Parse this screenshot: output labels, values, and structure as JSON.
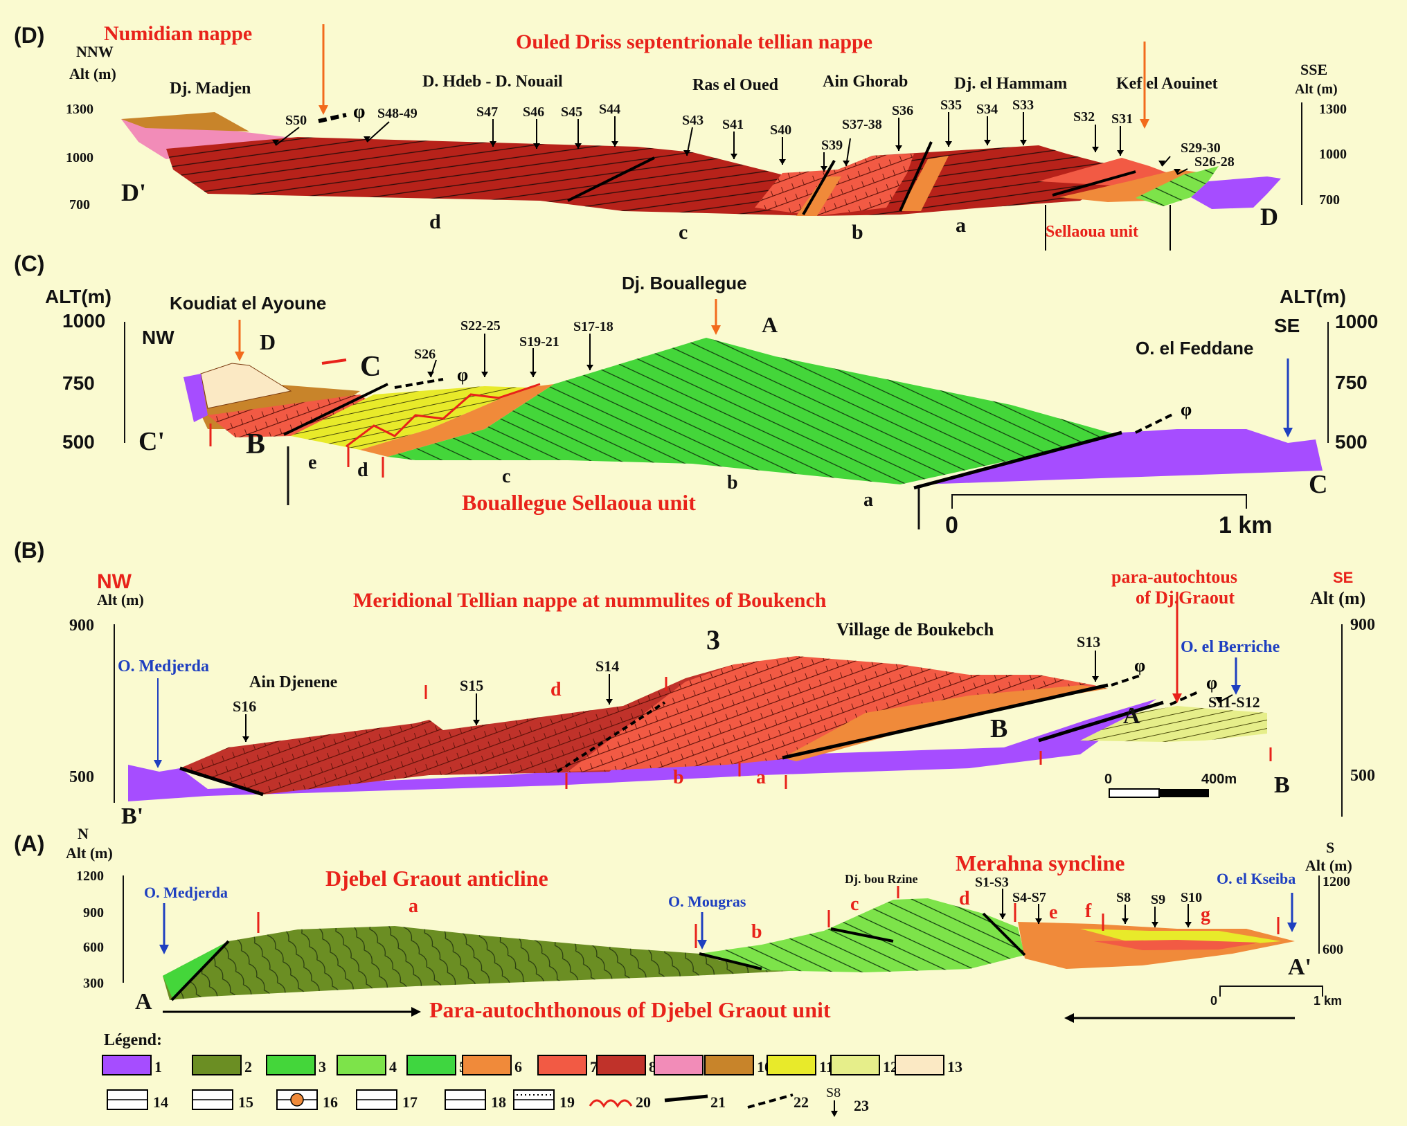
{
  "colors": {
    "background": "#fafad0",
    "unit_1_purple": "#a64dff",
    "unit_2_olive": "#6b8e23",
    "unit_3_green": "#44d63a",
    "unit_4_lightgreen": "#7de34a",
    "unit_5_green": "#3fd640",
    "unit_6_orange": "#f08a3a",
    "unit_7_salmon": "#f25a44",
    "unit_8_darkred": "#c0322a",
    "unit_9_pink": "#f28cb8",
    "unit_10_brown": "#c8842a",
    "unit_11_yellow": "#e8ea2a",
    "unit_12_paleyellow": "#e6ee8a",
    "unit_13_cream": "#fbe9c4",
    "title_red": "#e8221a",
    "river_blue": "#1e3fc0"
  },
  "panel_d": {
    "letter": "(D)",
    "left_dir": "NNW",
    "left_alt": "Alt (m)",
    "right_dir": "SSE",
    "right_alt": "Alt (m)",
    "ticks_left": [
      "1300",
      "1000",
      "700"
    ],
    "ticks_right": [
      "1300",
      "1000",
      "700"
    ],
    "title": "Ouled Driss septentrionale tellian nappe",
    "numidian": "Numidian nappe",
    "places": [
      "Dj. Madjen",
      "D. Hdeb - D. Nouail",
      "Ras  el Oued",
      "Ain Ghorab",
      "Dj. el Hammam",
      "Kef el Aouinet"
    ],
    "samples": [
      "S50",
      "S48-49",
      "S47",
      "S46",
      "S45",
      "S44",
      "S43",
      "S41",
      "S40",
      "S39",
      "S37-38",
      "S36",
      "S35",
      "S34",
      "S33",
      "S32",
      "S31",
      "S29-30",
      "S26-28"
    ],
    "end_left": "D'",
    "end_right": "D",
    "sub": [
      "d",
      "c",
      "b",
      "a"
    ],
    "unit": "Sellaoua unit"
  },
  "panel_c": {
    "letter": "(C)",
    "left_alt": "ALT(m)",
    "left_dir": "NW",
    "right_alt": "ALT(m)",
    "right_dir": "SE",
    "ticks_left": [
      "1000",
      "750",
      "500"
    ],
    "ticks_right": [
      "1000",
      "750",
      "500"
    ],
    "places": [
      "Koudiat el Ayoune",
      "Dj. Bouallegue",
      "O. el  Feddane"
    ],
    "samples": [
      "S26",
      "S22-25",
      "S19-21",
      "S17-18"
    ],
    "letters": [
      "D",
      "C",
      "B",
      "A"
    ],
    "end_left": "C'",
    "end_right": "C",
    "sub": [
      "e",
      "d",
      "c",
      "b",
      "a"
    ],
    "title": "Bouallegue Sellaoua unit",
    "scale_0": "0",
    "scale_1": "1 km"
  },
  "panel_b": {
    "letter": "(B)",
    "left_dir": "NW",
    "left_alt": "Alt (m)",
    "right_dir": "SE",
    "right_alt": "Alt (m)",
    "ticks_left": [
      "900",
      "500"
    ],
    "ticks_right": [
      "900",
      "500"
    ],
    "title": "Meridional Tellian nappe at nummulites of Boukench",
    "para_line1": "para-autochtous",
    "para_line2": "of Dj.Graout",
    "places": [
      "Village de Boukebch",
      "O. Medjerda",
      "Ain Djenene",
      "O. el Berriche"
    ],
    "samples": [
      "S16",
      "S15",
      "S14",
      "S13",
      "S11-S12"
    ],
    "number": "3",
    "letters": [
      "B",
      "A"
    ],
    "end_left": "B'",
    "end_right": "B",
    "sub": [
      "d",
      "b",
      "a"
    ],
    "scale_0": "0",
    "scale_1": "400m"
  },
  "panel_a": {
    "letter": "(A)",
    "left_dir": "N",
    "left_alt": "Alt (m)",
    "right_dir": "S",
    "right_alt": "Alt (m)",
    "ticks_left": [
      "1200",
      "900",
      "600",
      "300"
    ],
    "ticks_right": [
      "1200",
      "600"
    ],
    "title_left": "Djebel Graout anticline",
    "title_right": "Merahna syncline",
    "places": [
      "O. Medjerda",
      "O. Mougras",
      "Dj. bou Rzine",
      "O. el Kseiba"
    ],
    "samples": [
      "S1-S3",
      "S4-S7",
      "S8",
      "S9",
      "S10"
    ],
    "sub": [
      "a",
      "b",
      "c",
      "d",
      "e",
      "f",
      "g"
    ],
    "end_left": "A",
    "end_right": "A'",
    "unit": "Para-autochthonous of Djebel Graout unit",
    "scale_0": "0",
    "scale_1": "1 km"
  },
  "legend": {
    "title": "Légend:",
    "items": [
      "1",
      "2",
      "3",
      "4",
      "5",
      "6",
      "7",
      "8",
      "9",
      "10",
      "11",
      "12",
      "13",
      "14",
      "15",
      "16",
      "17",
      "18",
      "19",
      "20",
      "21",
      "22",
      "23"
    ],
    "sample_label": "S8"
  }
}
